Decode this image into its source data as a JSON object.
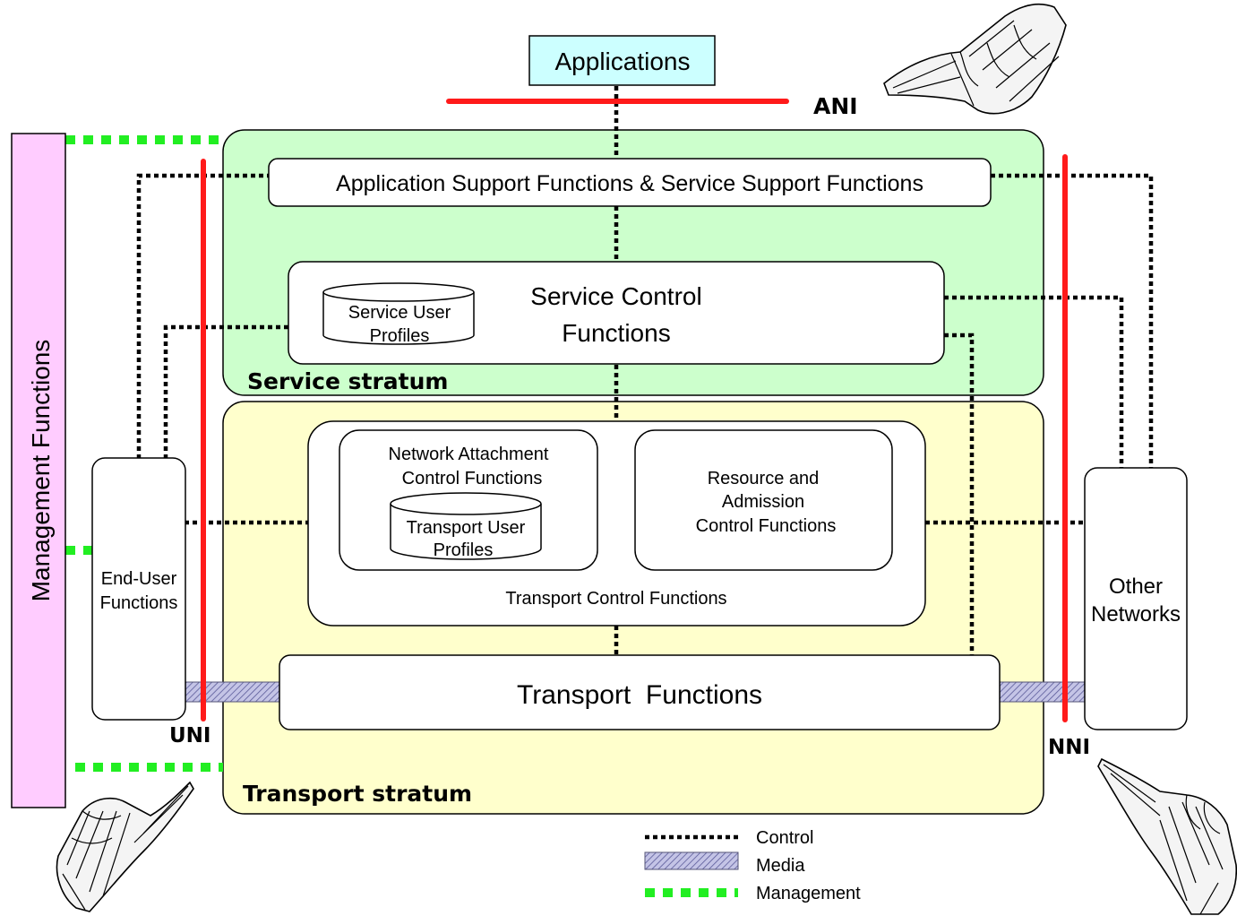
{
  "applications": "Applications",
  "interfaces": {
    "ani": "ANI",
    "uni": "UNI",
    "nni": "NNI"
  },
  "management_functions": "Management Functions",
  "service_stratum": {
    "label": "Service stratum",
    "app_support": "Application Support Functions & Service Support Functions",
    "service_control": [
      "Service Control",
      "Functions"
    ],
    "service_user_profiles": [
      "Service User",
      "Profiles"
    ]
  },
  "transport_stratum": {
    "label": "Transport stratum",
    "transport_control": "Transport Control Functions",
    "nacf": [
      "Network Attachment",
      "Control Functions"
    ],
    "transport_user_profiles": [
      "Transport User",
      "Profiles"
    ],
    "racf": [
      "Resource and",
      "Admission",
      "Control Functions"
    ],
    "transport_functions": "Transport  Functions"
  },
  "end_user": [
    "End-User",
    "Functions"
  ],
  "other_networks": [
    "Other",
    "Networks"
  ],
  "legend": {
    "control": "Control",
    "media": "Media",
    "management": "Management"
  },
  "colors": {
    "service_stratum_fill": "#ccffcc",
    "transport_stratum_fill": "#ffffcc",
    "applications_fill": "#ccffff",
    "management_fill": "#ffccff",
    "interface_line": "#ff1a1a",
    "management_line": "#22ee22",
    "media_fill": "#9999cc"
  }
}
